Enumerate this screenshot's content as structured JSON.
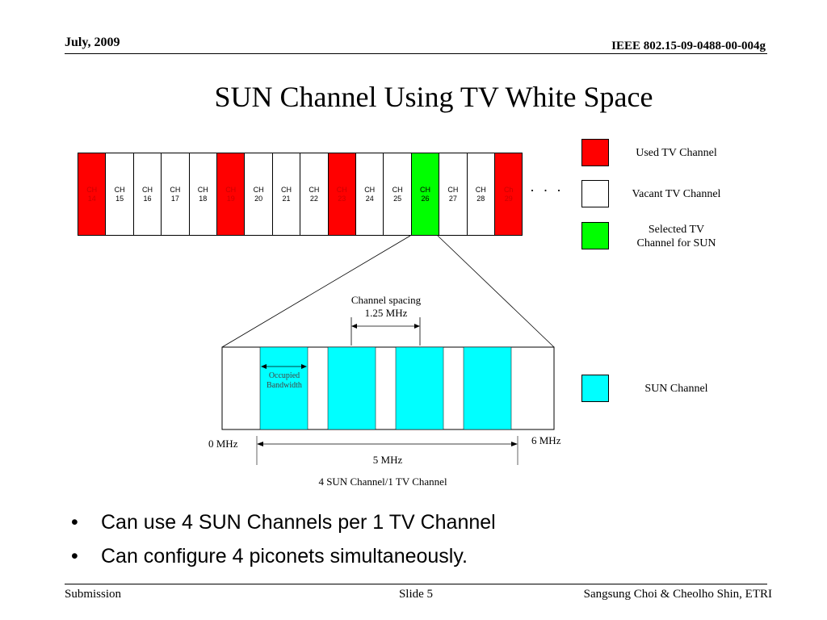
{
  "header": {
    "date": "July,  2009",
    "doc_id": "IEEE 802.15-09-0488-00-004g"
  },
  "title": "SUN Channel Using TV White Space",
  "channels": [
    {
      "label": "CH",
      "num": "14",
      "state": "used"
    },
    {
      "label": "CH",
      "num": "15",
      "state": "vacant"
    },
    {
      "label": "CH",
      "num": "16",
      "state": "vacant"
    },
    {
      "label": "CH",
      "num": "17",
      "state": "vacant"
    },
    {
      "label": "CH",
      "num": "18",
      "state": "vacant"
    },
    {
      "label": "CH",
      "num": "19",
      "state": "used"
    },
    {
      "label": "CH",
      "num": "20",
      "state": "vacant"
    },
    {
      "label": "CH",
      "num": "21",
      "state": "vacant"
    },
    {
      "label": "CH",
      "num": "22",
      "state": "vacant"
    },
    {
      "label": "CH",
      "num": "23",
      "state": "used"
    },
    {
      "label": "CH",
      "num": "24",
      "state": "vacant"
    },
    {
      "label": "CH",
      "num": "25",
      "state": "vacant"
    },
    {
      "label": "CH",
      "num": "26",
      "state": "selected"
    },
    {
      "label": "CH",
      "num": "27",
      "state": "vacant"
    },
    {
      "label": "CH",
      "num": "28",
      "state": "vacant"
    },
    {
      "label": "Ch",
      "num": "29",
      "state": "used"
    }
  ],
  "ellipsis": "· · ·",
  "colors": {
    "used": "#ff0000",
    "vacant": "#ffffff",
    "selected": "#00ff00",
    "sun": "#00ffff"
  },
  "legend": {
    "used": "Used  TV Channel",
    "vacant": "Vacant  TV Channel",
    "selected_line1": "Selected TV",
    "selected_line2": "Channel for SUN",
    "sun": "SUN Channel"
  },
  "detail": {
    "spacing_line1": "Channel spacing",
    "spacing_line2": "1.25 MHz",
    "occupied_line1": "Occupied",
    "occupied_line2": "Bandwidth",
    "start_freq": "0 MHz",
    "end_freq": "6 MHz",
    "span": "5 MHz",
    "caption": "4 SUN Channel/1 TV Channel"
  },
  "bullets": [
    "Can use 4 SUN Channels per 1 TV Channel",
    "Can configure 4 piconets simultaneously."
  ],
  "footer": {
    "left": "Submission",
    "center": "Slide 5",
    "right": "Sangsung Choi & Cheolho Shin, ETRI"
  }
}
